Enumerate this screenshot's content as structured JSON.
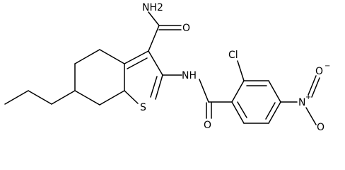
{
  "atoms": {
    "amide_n": "NH2",
    "amide_o": "O",
    "linker_nh": "NH",
    "linker_o": "O",
    "thiophene_s": "S",
    "chloro": "Cl",
    "nitro_n": "N",
    "nitro_n_charge": "+",
    "nitro_o_top": "O",
    "nitro_o_bottom": "O",
    "nitro_o_charge": "−"
  },
  "colors": {
    "line": "#000000",
    "background": "#ffffff"
  }
}
